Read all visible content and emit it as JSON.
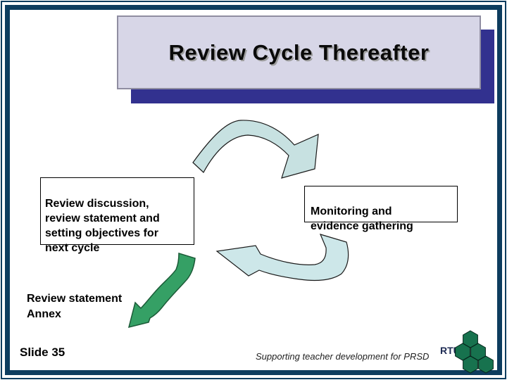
{
  "title": "Review Cycle Thereafter",
  "boxes": {
    "left_text": "Review discussion,\nreview statement and\nsetting objectives for\nnext cycle",
    "right_text": "Monitoring and\nevidence gathering"
  },
  "annex_text": "Review statement\nAnnex",
  "footer": {
    "slide_number": "Slide 35",
    "caption": "Supporting teacher development for PRSD",
    "logo_text": "RTU"
  },
  "colors": {
    "border_navy": "#0d3c5e",
    "title_shadow_blue": "#32318f",
    "title_box_fill": "#d7d6e7",
    "arrow_blue_forward": "#c7e1e1",
    "arrow_blue_return": "#cde7e9",
    "arrow_outline": "#1a1a1a",
    "arrow_green": "#35a065",
    "arrow_green_outline": "#1b5a37",
    "logo_green": "#17724e",
    "logo_hex_outline": "#04241a"
  }
}
